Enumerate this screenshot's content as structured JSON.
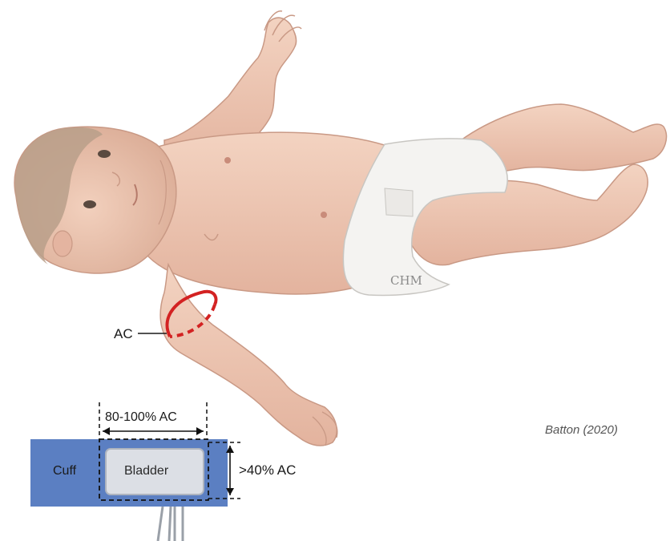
{
  "figure": {
    "ac_label": "AC",
    "cuff_width_label": "80-100% AC",
    "bladder_height_label": ">40% AC",
    "cuff_label": "Cuff",
    "bladder_label": "Bladder",
    "signature": "CHM",
    "citation": "Batton (2020)"
  },
  "colors": {
    "skin": "#efc9b4",
    "skin_shadow": "#d9a893",
    "hair": "#b89f8a",
    "diaper": "#f4f3f1",
    "ac_ring": "#d32222",
    "cuff": "#5b7fc2",
    "bladder": "#dcdfe5"
  }
}
